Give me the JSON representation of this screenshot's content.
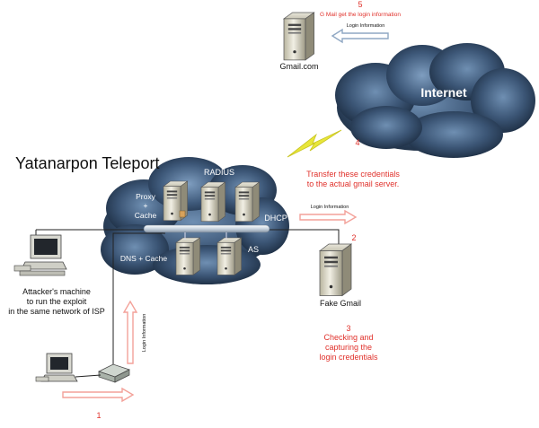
{
  "labels": {
    "title": "Yatanarpon Teleport",
    "internet": "Internet",
    "gmail": "Gmail.com",
    "radius": "RADIUS",
    "proxy_line1": "Proxy",
    "proxy_line2": "+",
    "proxy_line3": "Cache",
    "dhcp": "DHCP",
    "dns_cache": "DNS + Cache",
    "as": "AS",
    "fake_gmail": "Fake Gmail",
    "attacker_line1": "Attacker's machine",
    "attacker_line2": "to run the exploit",
    "attacker_line3": "in the same network of ISP"
  },
  "steps": {
    "s1_num": "1",
    "s2_num": "2",
    "s3_num": "3",
    "s3_line1": "Checking and",
    "s3_line2": "capturing the",
    "s3_line3": "login credentials",
    "s4_num": "4",
    "s4_line1": "Transfer these credentials",
    "s4_line2": "to the actual gmail server.",
    "s5_num": "5",
    "s5_text": "G Mail get the login information"
  },
  "arrows": {
    "login_top": "Login Information",
    "login_mid": "Login Information",
    "login_vertical": "Login Information"
  },
  "colors": {
    "step_text": "#e0312b",
    "cloud_dark": "#1d2f45",
    "cloud_mid": "#4f6f92",
    "arrow_red": "#f3a199",
    "arrow_blue": "#8fa7c3",
    "lightning": "#e8e63a"
  }
}
